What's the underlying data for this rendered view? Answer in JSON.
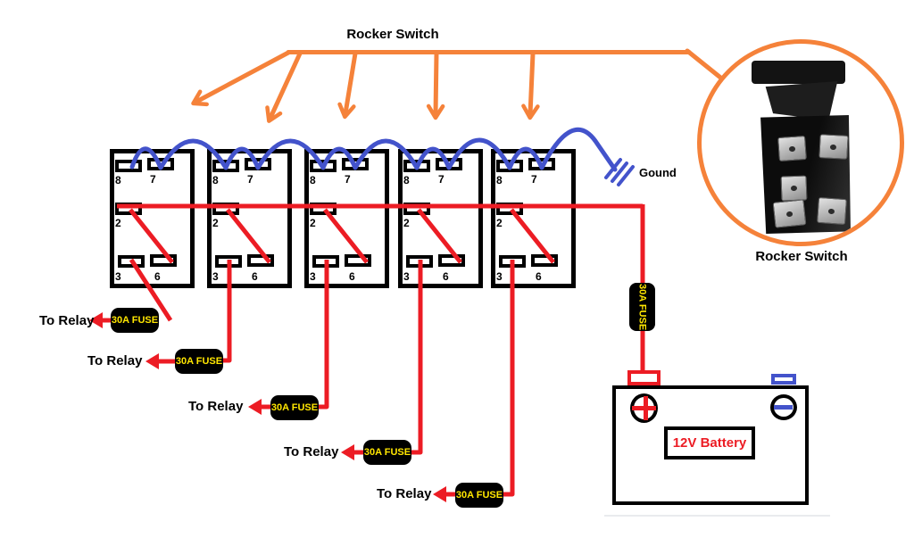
{
  "diagram_title": "Rocker Switch",
  "photo_caption": "Rocker Switch",
  "ground_label": "Gound",
  "fuse_label": "30A FUSE",
  "relay_label": "To Relay",
  "switches": [
    {
      "id": "switch-1",
      "pins": {
        "top_left": "8",
        "top_right": "7",
        "middle_left": "2",
        "bottom_left": "3",
        "bottom_right": "6"
      }
    },
    {
      "id": "switch-2",
      "pins": {
        "top_left": "8",
        "top_right": "7",
        "middle_left": "2",
        "bottom_left": "3",
        "bottom_right": "6"
      }
    },
    {
      "id": "switch-3",
      "pins": {
        "top_left": "8",
        "top_right": "7",
        "middle_left": "2",
        "bottom_left": "3",
        "bottom_right": "6"
      }
    },
    {
      "id": "switch-4",
      "pins": {
        "top_left": "8",
        "top_right": "7",
        "middle_left": "2",
        "bottom_left": "3",
        "bottom_right": "6"
      }
    },
    {
      "id": "switch-5",
      "pins": {
        "top_left": "8",
        "top_right": "7",
        "middle_left": "2",
        "bottom_left": "3",
        "bottom_right": "6"
      }
    }
  ],
  "battery": {
    "label": "12V Battery",
    "positive_symbol": "+",
    "negative_symbol": "-"
  },
  "colors": {
    "orange": "#F5823A",
    "blue": "#4353CB",
    "red": "#EC1C24",
    "yellow": "#FFE600"
  }
}
